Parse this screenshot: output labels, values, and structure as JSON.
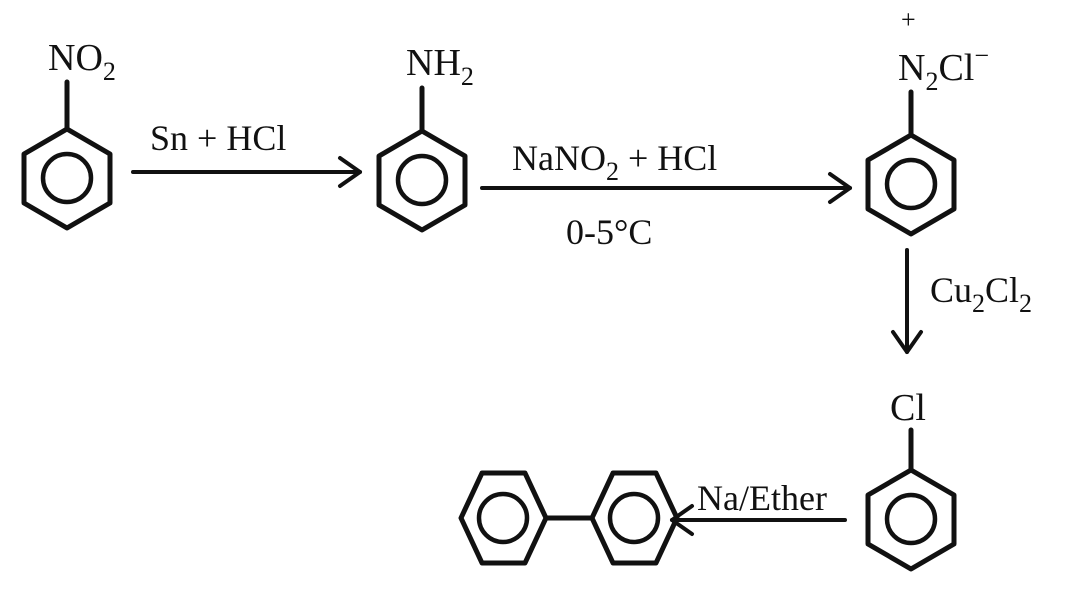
{
  "compounds": {
    "nitrobenzene": {
      "group": "NO",
      "group_sub": "2"
    },
    "aniline": {
      "group": "NH",
      "group_sub": "2"
    },
    "diazonium": {
      "plus": "+",
      "n": "N",
      "n_sub": "2",
      "cl": "Cl",
      "minus": "−"
    },
    "chlorobenzene": {
      "group": "Cl"
    },
    "biphenyl": {}
  },
  "arrows": {
    "step1": {
      "reagent": "Sn + HCl"
    },
    "step2": {
      "reagent_a": "NaNO",
      "reagent_a_sub": "2",
      "reagent_b": " + HCl",
      "condition": "0-5°C"
    },
    "step3": {
      "reagent_a": "Cu",
      "reagent_a_sub": "2",
      "reagent_b": "Cl",
      "reagent_b_sub": "2"
    },
    "step4": {
      "reagent": "Na/Ether"
    }
  }
}
